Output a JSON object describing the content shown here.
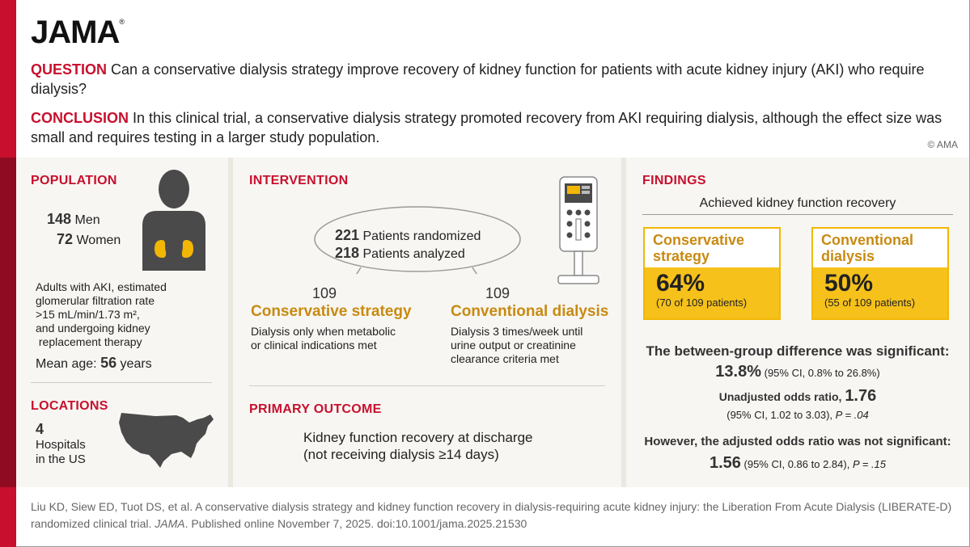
{
  "header": {
    "logo": "JAMA",
    "logo_mark": "®",
    "question_label": "QUESTION",
    "question_text": " Can a conservative dialysis strategy improve recovery of kidney function for patients with acute kidney injury (AKI) who require dialysis?",
    "conclusion_label": "CONCLUSION",
    "conclusion_text": " In this clinical trial, a conservative dialysis strategy promoted recovery from AKI requiring dialysis, although the effect size was small and requires testing in a larger study population.",
    "copyright": "© AMA"
  },
  "population": {
    "title": "POPULATION",
    "men_count": "148",
    "men_label": "Men",
    "women_count": "72",
    "women_label": "Women",
    "criteria_lines": [
      "Adults with AKI, estimated",
      "glomerular filtration rate",
      ">15 mL/min/1.73 m²,",
      "and undergoing kidney",
      " replacement therapy"
    ],
    "mean_age_label": "Mean age: ",
    "mean_age_value": "56",
    "mean_age_unit": " years"
  },
  "locations": {
    "title": "LOCATIONS",
    "count": "4",
    "line1": "Hospitals",
    "line2": "in the US"
  },
  "intervention": {
    "title": "INTERVENTION",
    "randomized_count": "221",
    "randomized_label": "Patients randomized",
    "analyzed_count": "218",
    "analyzed_label": "Patients analyzed",
    "arm1_n": "109",
    "arm1_name": "Conservative strategy",
    "arm1_desc": [
      "Dialysis only when metabolic",
      "or clinical indications met"
    ],
    "arm2_n": "109",
    "arm2_name": "Conventional dialysis",
    "arm2_desc": [
      "Dialysis 3 times/week until",
      "urine output or creatinine",
      "clearance criteria met"
    ]
  },
  "primary_outcome": {
    "title": "PRIMARY OUTCOME",
    "line1": "Kidney function recovery at discharge",
    "line2": "(not receiving dialysis ≥14 days)"
  },
  "findings": {
    "title": "FINDINGS",
    "subtitle": "Achieved kidney function recovery",
    "box1_label": [
      "Conservative",
      "strategy"
    ],
    "box1_pct": "64%",
    "box1_sub": "(70 of 109 patients)",
    "box2_label": [
      "Conventional",
      "dialysis"
    ],
    "box2_pct": "50%",
    "box2_sub": "(55 of 109 patients)",
    "diff_heading": "The between-group difference was significant:",
    "diff_value": "13.8%",
    "diff_ci": " (95% CI, 0.8% to 26.8%)",
    "unadj_label": "Unadjusted odds ratio, ",
    "unadj_value": "1.76",
    "unadj_ci": "(95% CI, 1.02 to 3.03), ",
    "unadj_p": "P = .04",
    "adj_heading": "However, the adjusted odds ratio was not significant:",
    "adj_value": "1.56",
    "adj_ci": " (95% CI, 0.86 to 2.84), ",
    "adj_p": "P = .15"
  },
  "footer": {
    "cite_a": "Liu KD, Siew ED, Tuot DS, et al. A  conservative dialysis strategy and kidney function recovery in dialysis-requiring acute kidney injury: the Liberation From Acute Dialysis (LIBERATE-D) randomized clinical trial. ",
    "cite_journal": "JAMA",
    "cite_b": ". Published online November 7, 2025. doi:10.1001/jama.2025.21530"
  },
  "colors": {
    "brand_red": "#c8102e",
    "gold": "#c88a12",
    "yellow": "#f6c11a",
    "panel": "#f7f6f2",
    "panel_border": "#eae8e0"
  }
}
